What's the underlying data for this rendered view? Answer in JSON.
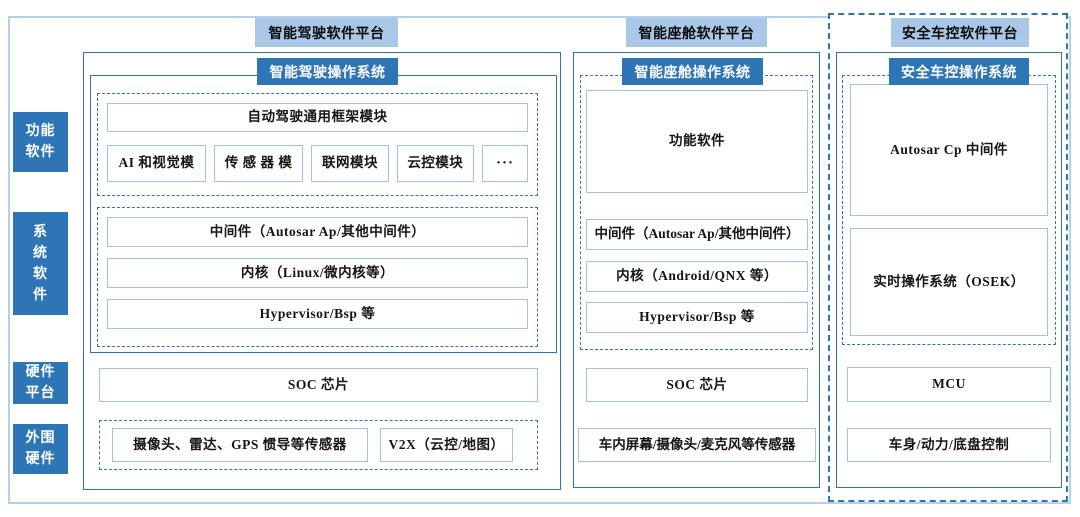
{
  "colors": {
    "dark_blue": "#2e75b6",
    "light_blue_header": "#a9c7e7",
    "box_border": "#9dc3e6",
    "frame_border": "#b6d0ea"
  },
  "side_labels": {
    "functional": "功能\n软件",
    "system": "系\n统\n软\n件",
    "hardware": "硬件\n平台",
    "peripheral": "外围\n硬件"
  },
  "platforms": {
    "driving": {
      "title": "智能驾驶软件平台",
      "os_title": "智能驾驶操作系统",
      "framework": "自动驾驶通用框架模块",
      "modules": [
        "AI 和视觉模",
        "传 感 器 模",
        "联网模块",
        "云控模块",
        "···"
      ],
      "middleware": "中间件（Autosar Ap/其他中间件）",
      "kernel": "内核（Linux/微内核等）",
      "hypervisor": "Hypervisor/Bsp 等",
      "soc": "SOC 芯片",
      "sensors": "摄像头、雷达、GPS 惯导等传感器",
      "v2x": "V2X（云控/地图）"
    },
    "cockpit": {
      "title": "智能座舱软件平台",
      "os_title": "智能座舱操作系统",
      "functional_software": "功能软件",
      "middleware": "中间件（Autosar Ap/其他中间件）",
      "kernel": "内核（Android/QNX 等）",
      "hypervisor": "Hypervisor/Bsp 等",
      "soc": "SOC 芯片",
      "sensors": "车内屏幕/摄像头/麦克风等传感器"
    },
    "control": {
      "title": "安全车控软件平台",
      "os_title": "安全车控操作系统",
      "middleware": "Autosar Cp 中间件",
      "rtos": "实时操作系统（OSEK）",
      "mcu": "MCU",
      "body_control": "车身/动力/底盘控制"
    }
  }
}
